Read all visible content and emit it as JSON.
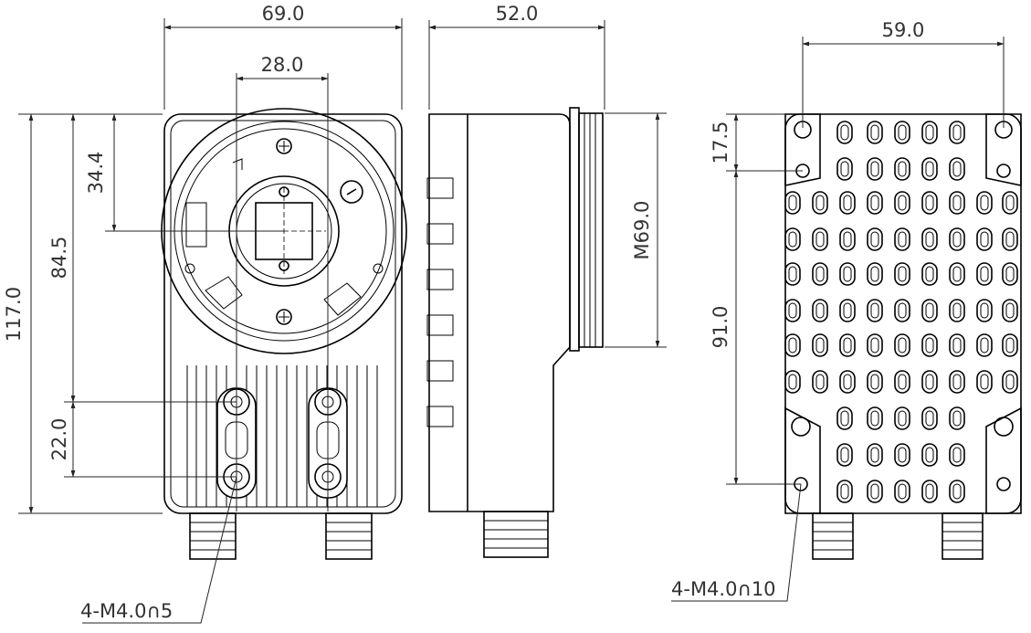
{
  "dimensions": {
    "front_width": "69.0",
    "side_depth": "52.0",
    "back_width": "59.0",
    "hole_spacing_x": "28.0",
    "lens_center_from_top": "34.4",
    "hole_from_top": "84.5",
    "total_height": "117.0",
    "hole_spacing_y_front": "22.0",
    "thread": "M69.0",
    "back_top_offset": "17.5",
    "back_hole_spacing_y": "91.0"
  },
  "callouts": {
    "front_holes": "4-M4.0∩5",
    "back_holes": "4-M4.0∩10"
  }
}
